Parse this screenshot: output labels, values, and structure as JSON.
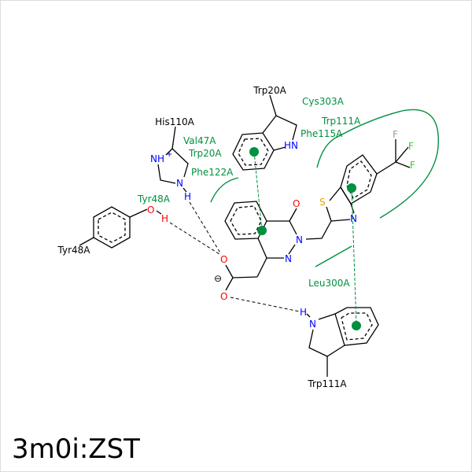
{
  "title": "3m0i:ZST",
  "colors": {
    "residue_contact": "#009040",
    "nitrogen": "#0000ff",
    "oxygen": "#ff0000",
    "sulfur": "#e8a000",
    "fluorine": "#33cc33",
    "carbon_f": "#999999"
  },
  "residues": {
    "trp20a_top": "Trp20A",
    "his110a": "His110A",
    "tyr48a": "Tyr48A",
    "trp111a_bottom": "Trp111A"
  },
  "contacts": [
    "Cys303A",
    "Trp111A",
    "Phe115A",
    "Val47A",
    "Trp20A",
    "Phe122A",
    "Tyr48A",
    "Leu300A"
  ],
  "atoms": {
    "hn": "HN",
    "nh_plus": "NH",
    "plus": "+",
    "n": "N",
    "h": "H",
    "o": "O",
    "s": "S",
    "f": "F",
    "minus": "⊖"
  }
}
